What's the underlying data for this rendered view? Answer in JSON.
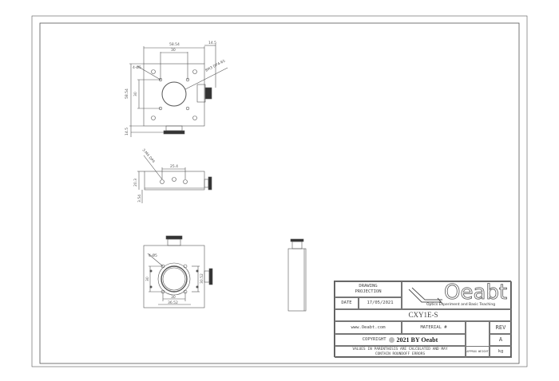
{
  "drawing": {
    "top_view": {
      "width_dim": "58.54",
      "hole_spacing_h": "30",
      "offset_dim": "14.5",
      "height_dim": "58.54",
      "hole_spacing_v": "30",
      "bottom_dim": "14.5",
      "hole_note": "4-Ø5",
      "thread_note": "8M3 DP4-65"
    },
    "side_view": {
      "hole_note": "3-M4 DP4",
      "spacing": "25.4",
      "height": "20.3",
      "base": "3.54"
    },
    "bottom_view": {
      "hole_note": "4-Ø5",
      "spacing_v": "30",
      "spacing_v2": "30.52",
      "spacing_h": "30",
      "width": "36.52"
    }
  },
  "title_block": {
    "projection_label": "DRAWING PROJECTION",
    "date_label": "DATE",
    "date": "17/05/2021",
    "logo_text": "Oeabt",
    "logo_tagline": "Optics Experiment and Basic Teaching",
    "part_number": "CXY1E-S",
    "website": "www.Oeabt.com",
    "material_label": "MATERIAL #",
    "rev_label": "REV",
    "copyright_label": "COPYRIGHT",
    "copyright_text": "2021 BY Oeabt",
    "rev": "A",
    "note": "VALUES IN PARENTHESIS ARE CALCULATED AND MAY CONTAIN ROUNDOFF ERRORS",
    "weight_label": "APPROX WEIGHT",
    "weight_unit": "kg"
  }
}
